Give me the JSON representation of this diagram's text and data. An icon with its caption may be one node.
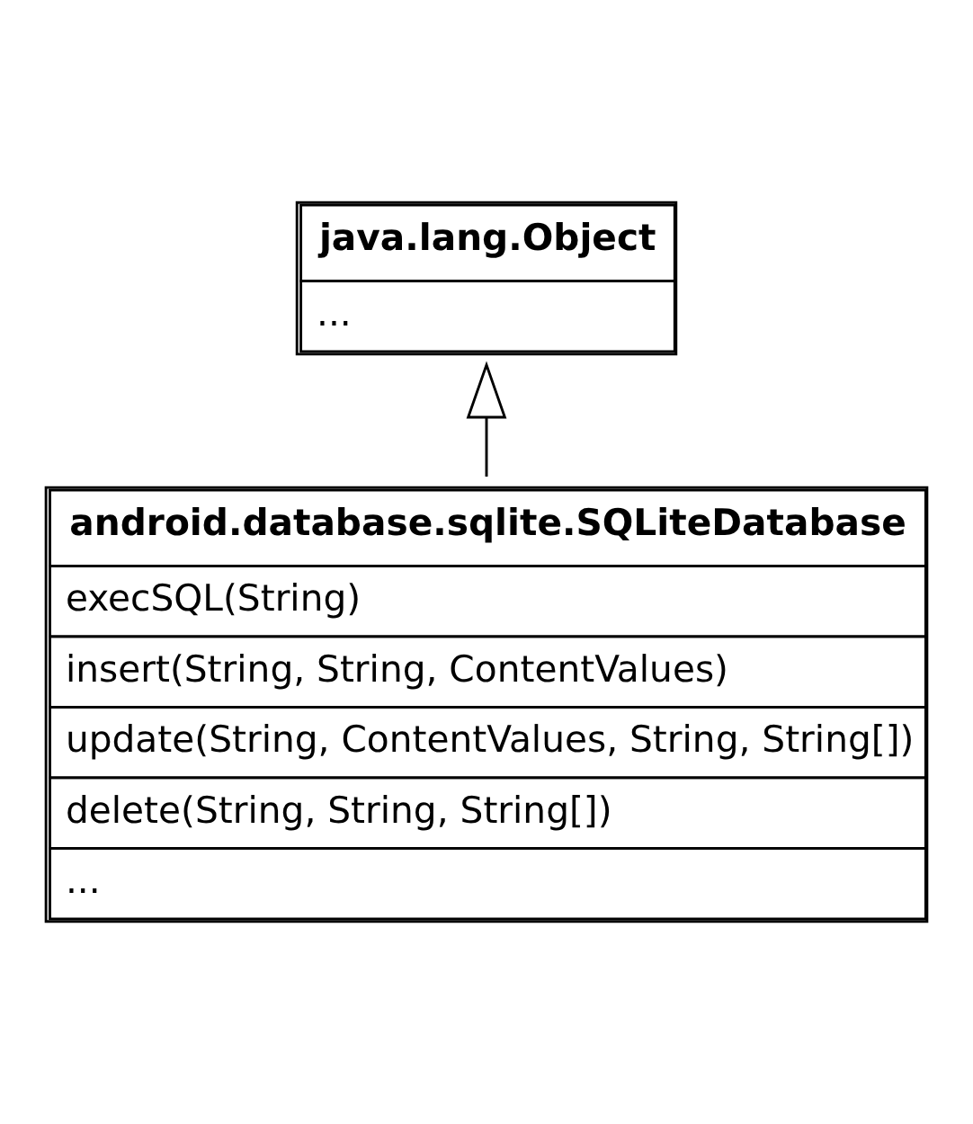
{
  "diagram": {
    "nodes": [
      {
        "text": [
          "java.lang.Object",
          "..."
        ]
      },
      {
        "text": [
          "android.database.sqlite.SQLiteDatabase",
          "execSQL(String)",
          "insert(String, String, ContentValues)",
          "update(String, ContentValues, String, String[])",
          "delete(String, String, String[])",
          "..."
        ]
      }
    ],
    "edges": [
      {
        "from": 1,
        "to": 0,
        "arrow": "to"
      }
    ]
  }
}
